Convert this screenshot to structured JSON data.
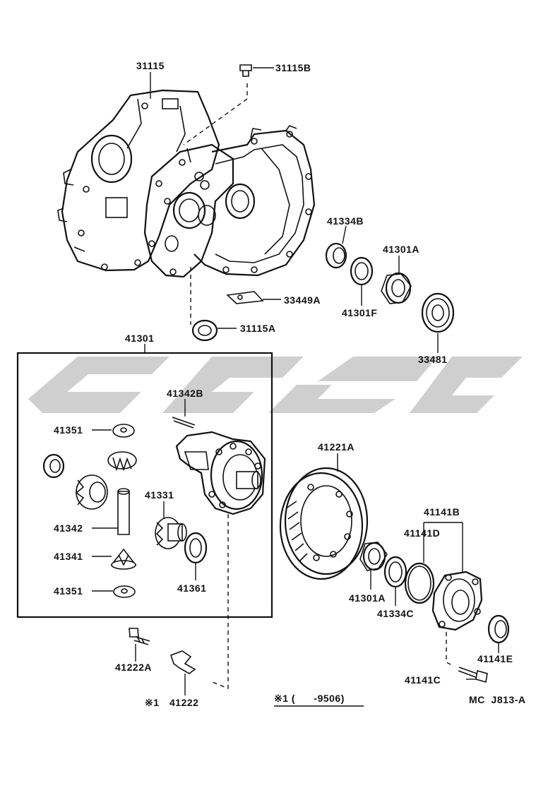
{
  "parts": {
    "p31115": "31115",
    "p31115b": "31115B",
    "p41334b": "41334B",
    "p41301a_top": "41301A",
    "p41301f": "41301F",
    "p33449a": "33449A",
    "p31115a": "31115A",
    "p33481": "33481",
    "p41301": "41301",
    "p41342b": "41342B",
    "p41351_top": "41351",
    "p41331": "41331",
    "p41342": "41342",
    "p41341": "41341",
    "p41351_bot": "41351",
    "p41361": "41361",
    "p41221a": "41221A",
    "p41141b": "41141B",
    "p41141d": "41141D",
    "p41301a_bot": "41301A",
    "p41334c": "41334C",
    "p41141e": "41141E",
    "p41222a": "41222A",
    "p41222": "41222",
    "p41141c": "41141C"
  },
  "notes": {
    "ref_mark": "※1",
    "footnote": "※1 (      -9506)",
    "figure_code": "MC  J813-A"
  }
}
